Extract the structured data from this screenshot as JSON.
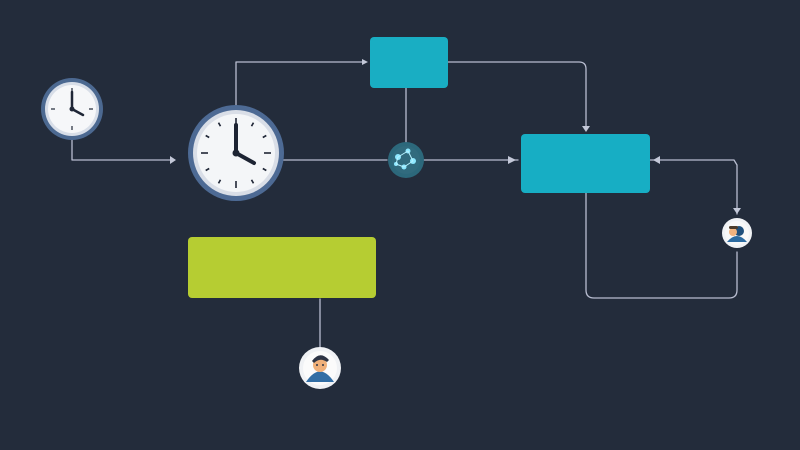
{
  "colors": {
    "background": "#232c3b",
    "connector": "#b8bdd0",
    "teal_box": "#19aec3",
    "lime_box": "#b6cd32",
    "clock_ring": "#4d6a94",
    "clock_face": "#f4f6f8",
    "clock_hands": "#1d2433",
    "hub_node": "#2f6f83",
    "avatar_ring": "#f0f2f5"
  },
  "nodes": {
    "small_clock": {
      "icon": "clock-icon"
    },
    "large_clock": {
      "icon": "clock-icon"
    },
    "top_box": {
      "icon": "process-box",
      "label_line1": "",
      "label_line2": ""
    },
    "right_box": {
      "icon": "process-box",
      "label_line1": "",
      "label_line2": ""
    },
    "lime_box": {
      "icon": "note-box",
      "label_line1": "",
      "label_line2": "",
      "label_line3": ""
    },
    "hub": {
      "icon": "network-hub-icon"
    },
    "avatar_right": {
      "icon": "user-avatar-icon"
    },
    "avatar_bottom": {
      "icon": "user-avatar-icon"
    }
  }
}
